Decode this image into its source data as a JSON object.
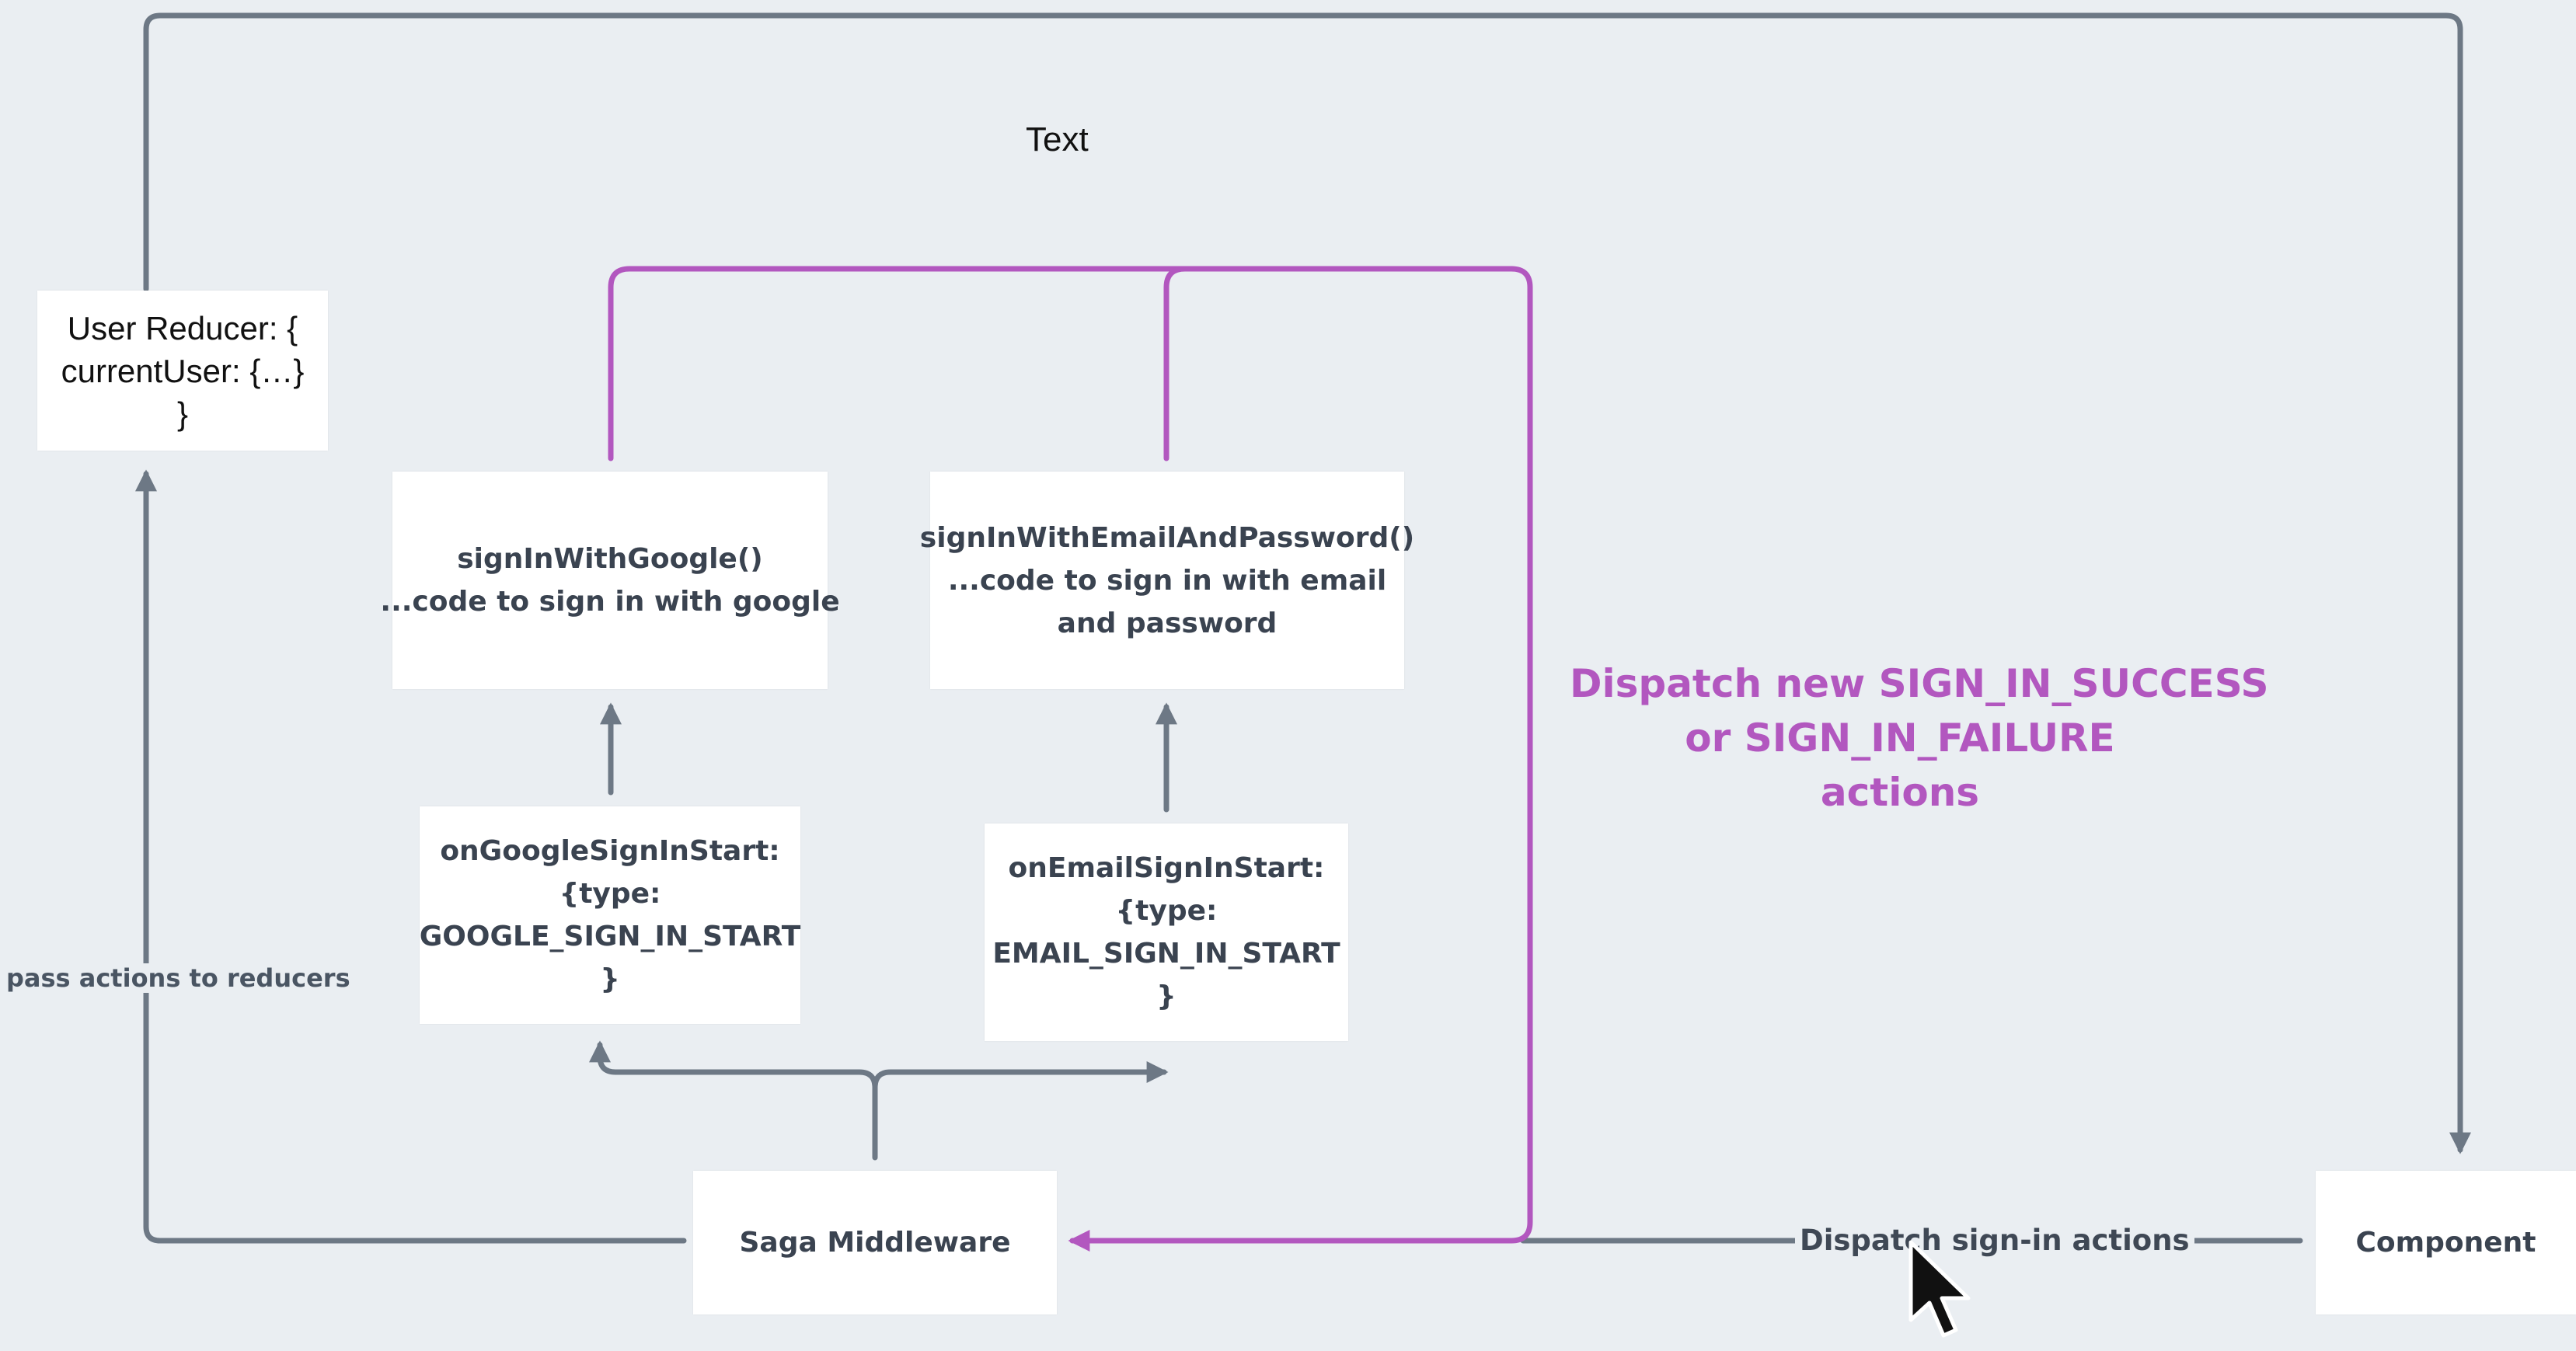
{
  "title_label": "Text",
  "reducer": {
    "lines": [
      "User Reducer: {",
      "currentUser: {…}",
      "}"
    ]
  },
  "sign_in_google": {
    "lines": [
      "signInWithGoogle()",
      "...code to sign in with google"
    ]
  },
  "sign_in_email": {
    "lines": [
      "signInWithEmailAndPassword()",
      "...code to sign in with email",
      "and password"
    ]
  },
  "google_start": {
    "lines": [
      "onGoogleSignInStart:",
      "{type:",
      "GOOGLE_SIGN_IN_START",
      "}"
    ]
  },
  "email_start": {
    "lines": [
      "onEmailSignInStart:",
      "{type:",
      "EMAIL_SIGN_IN_START",
      "}"
    ]
  },
  "saga_middleware": "Saga Middleware",
  "component": "Component",
  "labels": {
    "pass_actions": "pass actions to reducers",
    "dispatch_sign_in": "Dispatch sign-in actions",
    "dispatch_result": [
      "Dispatch new SIGN_IN_SUCCESS",
      "or SIGN_IN_FAILURE",
      "actions"
    ]
  },
  "colors": {
    "background": "#eaeef2",
    "connector_gray": "#6d7885",
    "connector_purple": "#b257bf",
    "box_fill": "#ffffff"
  }
}
